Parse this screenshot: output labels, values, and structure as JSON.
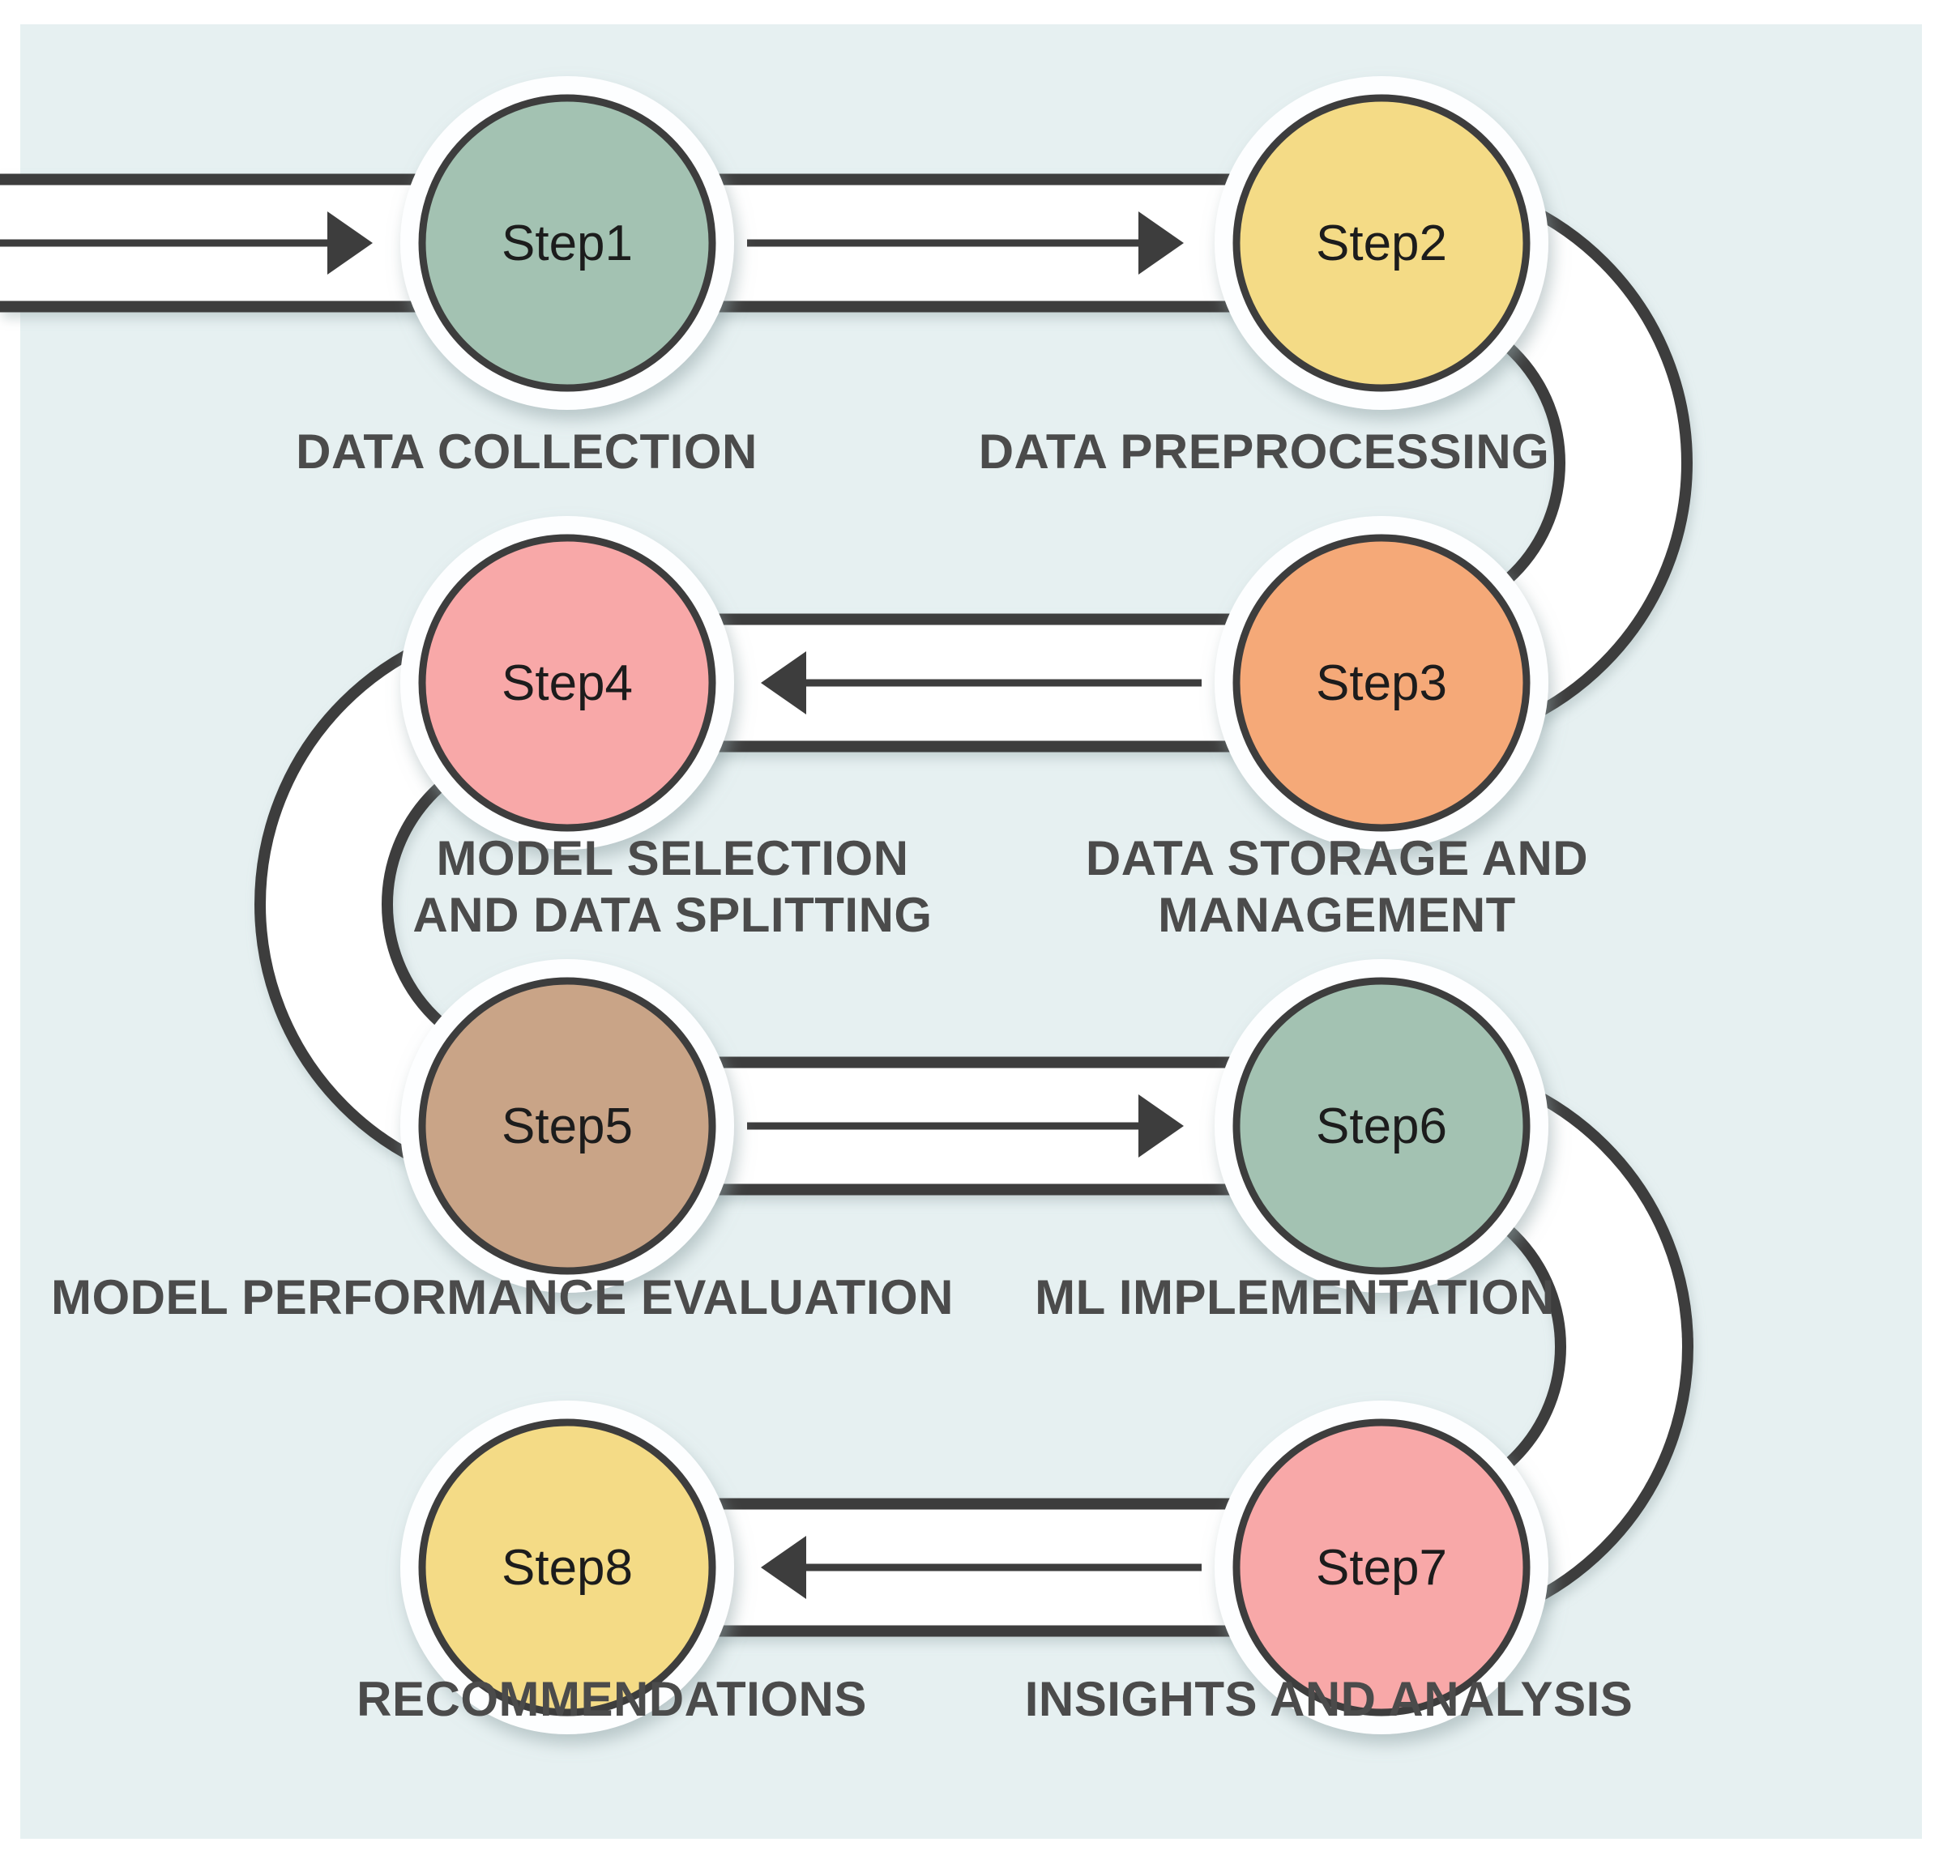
{
  "diagram": {
    "title": "Machine learning process flow",
    "background": "#ffffff",
    "panel_color": "#e6f0f1",
    "outline_color": "#3d3d3d",
    "halo_color": "#fdfeff",
    "label_color": "#4b4b4b",
    "step_text_color": "#1c1c1c",
    "tube_fill_color": "#ffffff",
    "steps": [
      {
        "id": "step-1",
        "badge": "Step1",
        "label": "DATA COLLECTION",
        "color": "#a3c2b2"
      },
      {
        "id": "step-2",
        "badge": "Step2",
        "label": "DATA PREPROCESSING",
        "color": "#f4db86"
      },
      {
        "id": "step-3",
        "badge": "Step3",
        "label_line1": "DATA STORAGE AND",
        "label_line2": "MANAGEMENT",
        "color": "#f5a978"
      },
      {
        "id": "step-4",
        "badge": "Step4",
        "label_line1": "MODEL SELECTION",
        "label_line2": "AND DATA SPLITTING",
        "color": "#f8a8a8"
      },
      {
        "id": "step-5",
        "badge": "Step5",
        "label": "MODEL PERFORMANCE EVALUATION",
        "color": "#c9a487"
      },
      {
        "id": "step-6",
        "badge": "Step6",
        "label": "ML IMPLEMENTATION",
        "color": "#a3c2b2"
      },
      {
        "id": "step-7",
        "badge": "Step7",
        "label": "INSIGHTS AND ANALYSIS",
        "color": "#f8a8a8"
      },
      {
        "id": "step-8",
        "badge": "Step8",
        "label": "RECOMMENDATIONS",
        "color": "#f4db86"
      }
    ],
    "arrows": [
      {
        "at": "entry-to-step1",
        "direction": "right"
      },
      {
        "at": "step1-to-step2",
        "direction": "right"
      },
      {
        "at": "step3-to-step4",
        "direction": "left"
      },
      {
        "at": "step5-to-step6",
        "direction": "right"
      },
      {
        "at": "step7-to-step8",
        "direction": "left"
      }
    ]
  }
}
